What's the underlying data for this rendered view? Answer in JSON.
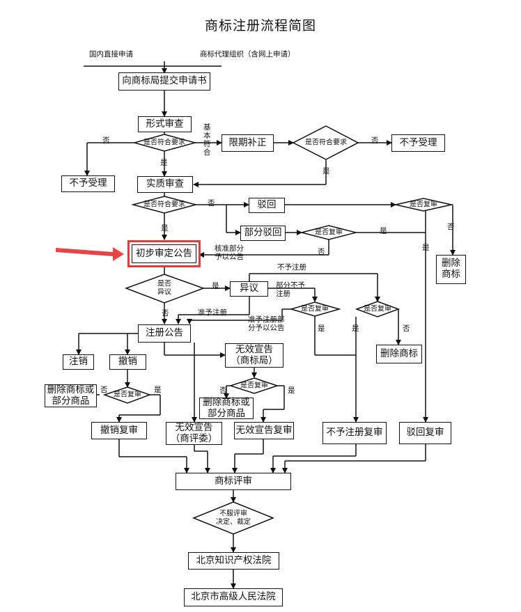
{
  "title": "商标注册流程简图",
  "sources": {
    "direct": "国内直接申请",
    "agency": "商标代理组织（含网上申请）"
  },
  "boxes": {
    "submit": "向商标局提交申请书",
    "formal_review": "形式审查",
    "time_limit_fix": "限期补正",
    "reject_top_right": "不予受理",
    "reject_left": "不予受理",
    "substantive_review": "实质审查",
    "rejection": "驳回",
    "partial_rejection": "部分驳回",
    "delete_mark_right": "删除\n商标",
    "preliminary_announce": "初步审定公告",
    "opposition": "异议",
    "delete_mark_mid": "删除商标",
    "register_announce": "注册公告",
    "cancel_note": "注销",
    "revoke": "撤销",
    "invalid_declare_office": "无效宣告\n（商标局）",
    "delete_goods_left": "删除商标或\n部分商品",
    "delete_goods_mid": "删除商标或\n部分商品",
    "revoke_review": "撤销复审",
    "invalid_declare_board": "无效宣告\n（商评委）",
    "invalid_review": "无效宣告复审",
    "refuse_register_review": "不予注册复审",
    "rejection_review": "驳回复审",
    "trademark_review": "商标评审",
    "ip_court": "北京知识产权法院",
    "high_court": "北京市高级人民法院"
  },
  "decisions": {
    "meets_req_1": "是否符合要求",
    "meets_req_2": "是否符合要求",
    "meets_req_3": "是否符合要求",
    "review_right": "是否复审",
    "review_partial": "是否复审",
    "has_opposition": "是否\n异议",
    "review_opp1": "是否复审",
    "review_opp2": "是否复审",
    "review_invalid": "是否复审",
    "review_revoke": "是否复审",
    "dissatisfied": "不服评审\n决定、裁定"
  },
  "labels": {
    "no_1": "否",
    "yes_1": "是",
    "basically_meets": "基\n本\n符\n合",
    "no_2": "否",
    "yes_2": "是",
    "no_3": "否",
    "yes_3": "是",
    "no_right_review": "否",
    "yes_right_review": "是",
    "yes_partial_review": "是",
    "no_partial_review": "否",
    "approved_part": "核准部分\n予以公告",
    "yes_opp": "是",
    "no_opp": "否",
    "not_register": "不予注册",
    "partial_not": "部分不予\n注册",
    "approve_register": "准予注册",
    "approve_part": "准予注册部\n分予以公告",
    "yes_opp1": "是",
    "yes_opp2": "是",
    "no_opp2": "否",
    "no_invalid": "否",
    "yes_invalid": "是",
    "no_revoke": "否",
    "yes_revoke": "是"
  }
}
